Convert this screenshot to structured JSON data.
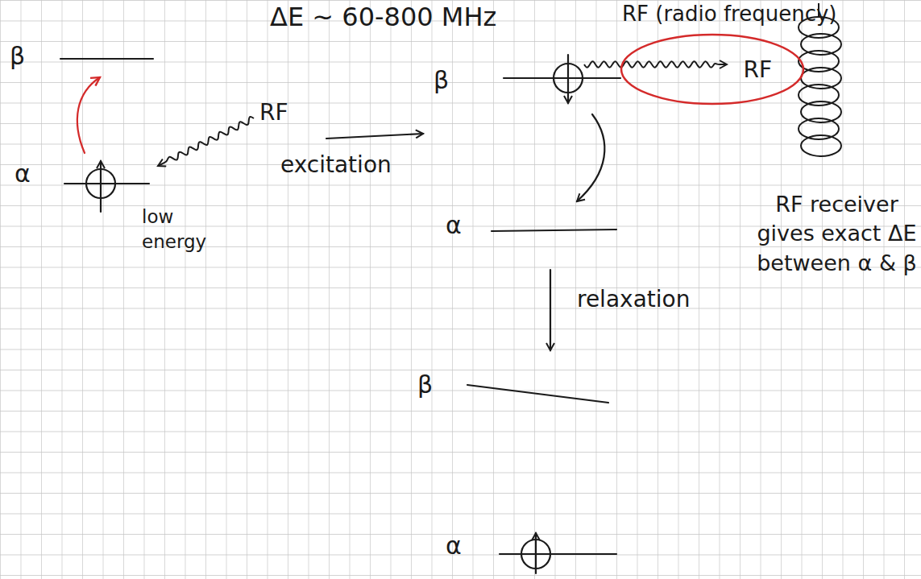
{
  "diagram": {
    "nodes": [
      {
        "text": [
          "RF"
        ]
      }
    ],
    "labels": [
      "ΔE ~ 60-800 MHz",
      "RF (radio frequency)",
      "β",
      "α",
      "low energy",
      "RF",
      "excitation",
      "β",
      "α",
      "relaxation",
      "β",
      "α",
      "RF receiver gives exact ΔE between α & β"
    ]
  }
}
